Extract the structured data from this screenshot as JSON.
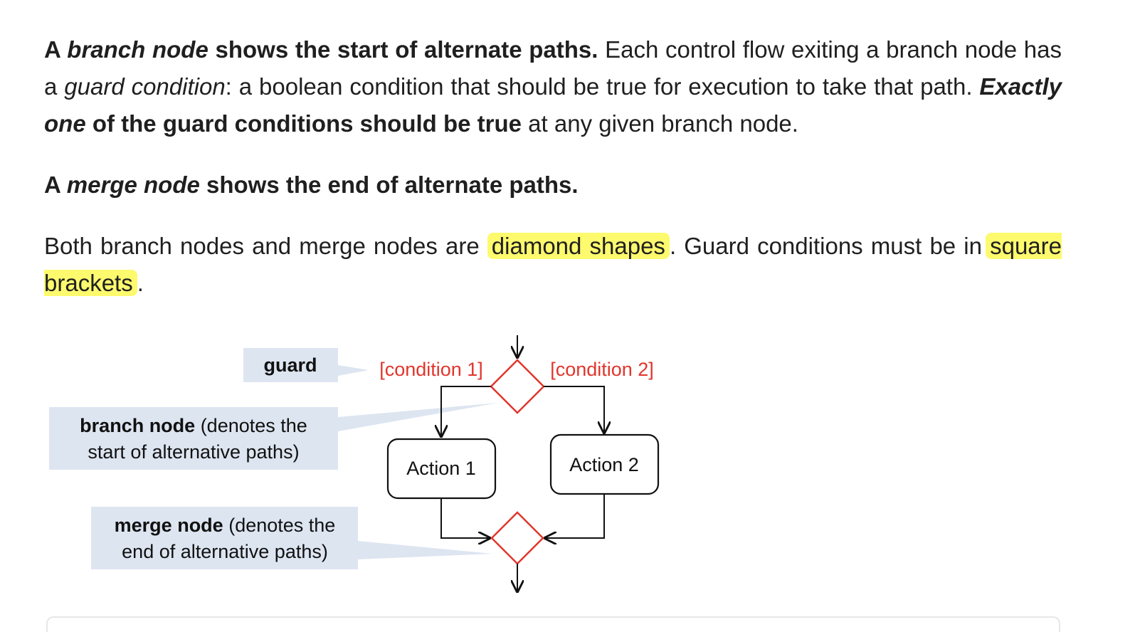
{
  "paragraph1": {
    "s1": "A ",
    "s2": "branch node",
    "s3": " shows the start of alternate paths.",
    "s4": " Each control flow exiting a branch node has a ",
    "s5": "guard condition",
    "s6": ": a boolean condition that should be true for execution to take that path. ",
    "s7": "Exactly one",
    "s8": " of the guard conditions should be true",
    "s9": " at any given branch node."
  },
  "paragraph2": {
    "s1": "A ",
    "s2": "merge node",
    "s3": " shows the end of alternate paths."
  },
  "paragraph3": {
    "s1": "Both branch nodes and merge nodes are ",
    "h1": "diamond shapes",
    "s2": ". Guard conditions must be in ",
    "h2": "square brackets",
    "s3": "."
  },
  "diagram": {
    "guard_label": "guard",
    "branch_bold": "branch node",
    "branch_rest_line1": " (denotes  the",
    "branch_line2": "start of alternative paths)",
    "merge_bold": "merge node",
    "merge_rest_line1": " (denotes the",
    "merge_line2": "end of alternative paths)",
    "condition1": "[condition 1]",
    "condition2": "[condition 2]",
    "action1": "Action 1",
    "action2": "Action 2"
  },
  "colors": {
    "highlight": "#fdfa6e",
    "callout": "#dde5f1",
    "diamond": "#e0362c",
    "condition_text": "#e0362c"
  }
}
